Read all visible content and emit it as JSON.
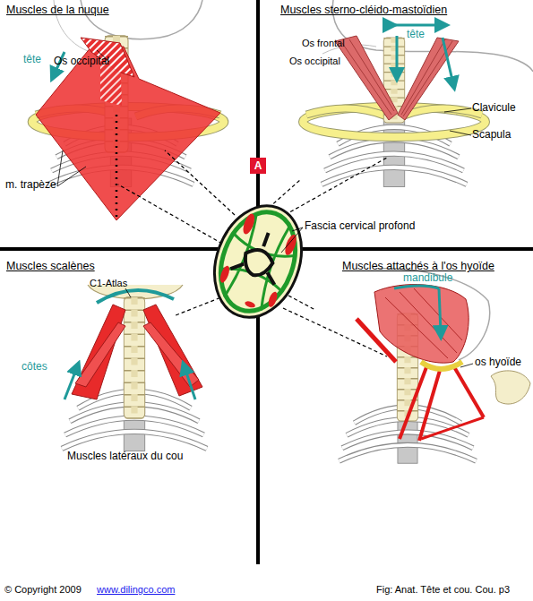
{
  "diagram": {
    "caption": "Fig: Anat. Tête et cou. Cou. p3",
    "nodes": [
      {
        "text": [
          "A"
        ]
      }
    ],
    "labels": [
      "Muscles de la nuque",
      "Os occipital",
      "tête",
      "m. trapèze",
      "Muscles sterno-cléido-mastoïdien",
      "tête",
      "Os frontal",
      "Os occipital",
      "Clavicule",
      "Scapula",
      "Fascia cervical profond",
      "Muscles scalènes",
      "C1-Atlas",
      "côtes",
      "Muscles latéraux du cou",
      "Muscles attachés à l'os hyoïde",
      "mandibule",
      "os hyoïde",
      "© Copyright 2009",
      "www.dilingco.com"
    ]
  }
}
